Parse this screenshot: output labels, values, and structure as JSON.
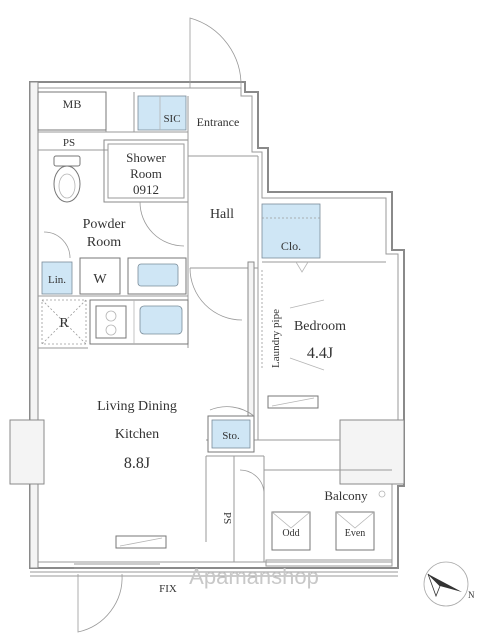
{
  "rooms": {
    "mb": "MB",
    "sic": "SIC",
    "entrance": "Entrance",
    "ps_top": "PS",
    "shower_line1": "Shower",
    "shower_line2": "Room",
    "shower_line3": "0912",
    "hall": "Hall",
    "powder_line1": "Powder",
    "powder_line2": "Room",
    "closet": "Clo.",
    "linen": "Lin.",
    "washer": "W",
    "fridge": "R",
    "laundry_pipe": "Laundry pipe",
    "bedroom": "Bedroom",
    "bedroom_size": "4.4J",
    "ldk_line1": "Living Dining",
    "ldk_line2": "Kitchen",
    "ldk_size": "8.8J",
    "storage": "Sto.",
    "ps_bottom": "PS",
    "balcony": "Balcony",
    "odd": "Odd",
    "even": "Even",
    "fix": "FIX"
  },
  "watermark": "Apamanshop",
  "colors": {
    "wall": "#8a8a8a",
    "fixture_blue": "#cfe6f5",
    "text": "#333333"
  }
}
